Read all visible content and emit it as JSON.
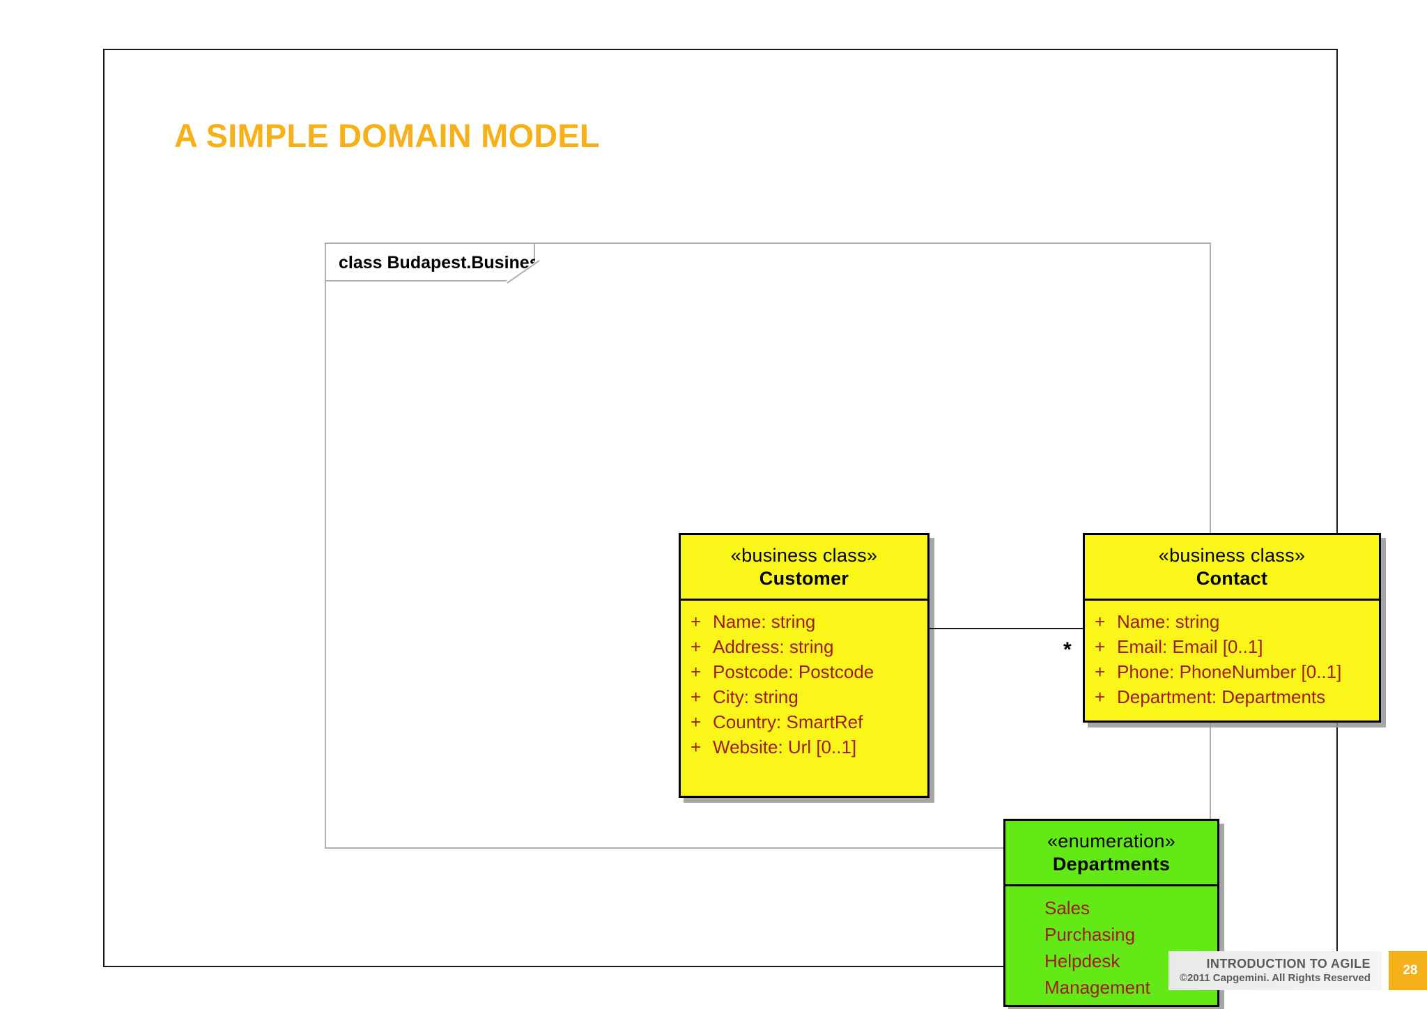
{
  "slide": {
    "title": "A SIMPLE DOMAIN MODEL"
  },
  "diagram": {
    "frame_label": "class Budapest.Business",
    "colors": {
      "class_fill": "#fbf61a",
      "enum_fill": "#63ea16",
      "attribute_text": "#9e1b16",
      "border": "#000000",
      "title_accent": "#f5b01a"
    },
    "classes": [
      {
        "stereotype": "«business class»",
        "name": "Customer",
        "attributes": [
          {
            "visibility": "+",
            "signature": "Name:  string"
          },
          {
            "visibility": "+",
            "signature": "Address:  string"
          },
          {
            "visibility": "+",
            "signature": "Postcode:  Postcode"
          },
          {
            "visibility": "+",
            "signature": "City:  string"
          },
          {
            "visibility": "+",
            "signature": "Country:  SmartRef"
          },
          {
            "visibility": "+",
            "signature": "Website:  Url [0..1]"
          }
        ]
      },
      {
        "stereotype": "«business class»",
        "name": "Contact",
        "attributes": [
          {
            "visibility": "+",
            "signature": "Name:  string"
          },
          {
            "visibility": "+",
            "signature": "Email:  Email [0..1]"
          },
          {
            "visibility": "+",
            "signature": "Phone:  PhoneNumber [0..1]"
          },
          {
            "visibility": "+",
            "signature": "Department:  Departments"
          }
        ]
      }
    ],
    "enumeration": {
      "stereotype": "«enumeration»",
      "name": "Departments",
      "literals": [
        "Sales",
        "Purchasing",
        "Helpdesk",
        "Management"
      ]
    },
    "association": {
      "source": "Customer",
      "target": "Contact",
      "target_multiplicity": "*"
    }
  },
  "footer": {
    "title": "INTRODUCTION TO AGILE",
    "copyright": "©2011 Capgemini. All Rights Reserved",
    "page_number": "28"
  }
}
